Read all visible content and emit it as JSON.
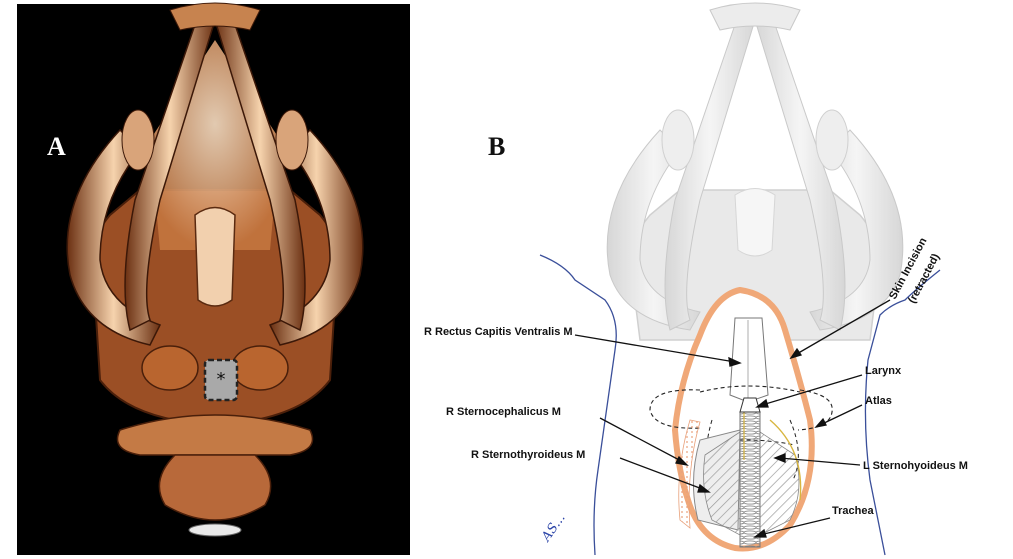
{
  "panel_a": {
    "letter": "A",
    "marker": "*"
  },
  "panel_b": {
    "letter": "B",
    "labels": {
      "skin_incision": "Skin Incision",
      "skin_incision_note": "(retracted)",
      "rectus": "R Rectus Capitis Ventralis M",
      "larynx": "Larynx",
      "atlas": "Atlas",
      "sternocephalicus": "R Sternocephalicus M",
      "sternothyroideus": "R Sternothyroideus M",
      "sternohyoideus": "L Sternohyoideus M",
      "trachea": "Trachea"
    },
    "signature": "AS..."
  },
  "colors": {
    "bone_dark": "#5a2a10",
    "bone_mid": "#b8693a",
    "bone_light": "#f3cfa6",
    "incision": "#f0a878",
    "skin_line": "#3a4f9a",
    "ghost_bone": "#d9d9d9"
  }
}
